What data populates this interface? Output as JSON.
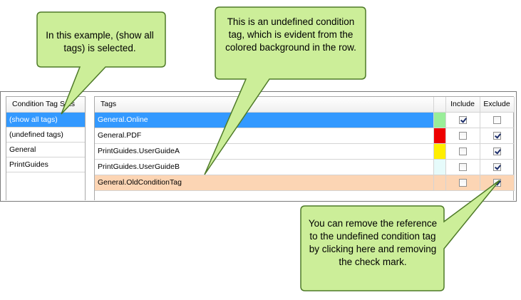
{
  "condition_tag_sets": {
    "header": "Condition Tag Sets",
    "items": [
      {
        "label": "(show all tags)",
        "selected": true
      },
      {
        "label": "(undefined tags)",
        "selected": false
      },
      {
        "label": "General",
        "selected": false
      },
      {
        "label": "PrintGuides",
        "selected": false
      }
    ]
  },
  "tags_grid": {
    "columns": {
      "tags": "Tags",
      "include": "Include",
      "exclude": "Exclude"
    },
    "rows": [
      {
        "name": "General.Online",
        "color": "#99ee99",
        "include": true,
        "exclude": false,
        "selected": true,
        "undefined": false
      },
      {
        "name": "General.PDF",
        "color": "#ee0000",
        "include": false,
        "exclude": true,
        "selected": false,
        "undefined": false
      },
      {
        "name": "PrintGuides.UserGuideA",
        "color": "#ffee00",
        "include": false,
        "exclude": true,
        "selected": false,
        "undefined": false
      },
      {
        "name": "PrintGuides.UserGuideB",
        "color": "#e6fbfb",
        "include": false,
        "exclude": true,
        "selected": false,
        "undefined": false
      },
      {
        "name": "General.OldConditionTag",
        "color": "#fcd5b4",
        "include": false,
        "exclude": true,
        "selected": false,
        "undefined": true
      }
    ]
  },
  "callouts": {
    "example": "In this example, (show all tags) is selected.",
    "undefined_tag": "This is an undefined condition tag, which is evident from the colored background in the row.",
    "remove": "You can remove the reference to the undefined condition tag by clicking here and removing the check mark."
  },
  "colors": {
    "callout_fill": "#ccee99",
    "callout_stroke": "#4e7a28",
    "selection": "#3399ff",
    "undefined_row": "#fcd5b4"
  }
}
